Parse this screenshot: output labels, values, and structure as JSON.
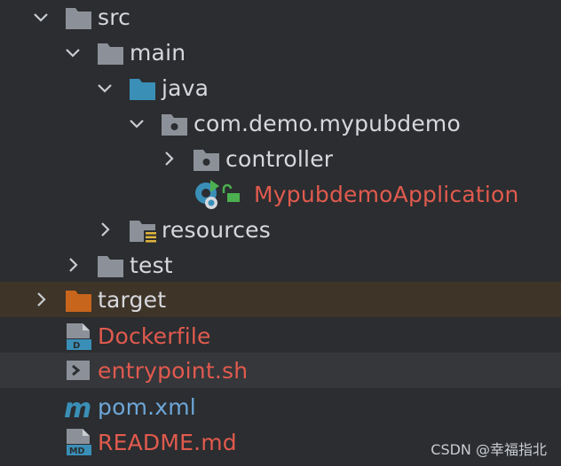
{
  "tree": {
    "items": [
      {
        "label": "src",
        "expanded": true,
        "icon": "folder-icon"
      },
      {
        "label": "main",
        "expanded": true,
        "icon": "folder-icon"
      },
      {
        "label": "java",
        "expanded": true,
        "icon": "source-folder-icon"
      },
      {
        "label": "com.demo.mypubdemo",
        "expanded": true,
        "icon": "package-icon"
      },
      {
        "label": "controller",
        "expanded": false,
        "icon": "package-icon"
      },
      {
        "label": "MypubdemoApplication",
        "icon": "spring-boot-class-icon",
        "status": "untracked"
      },
      {
        "label": "resources",
        "expanded": false,
        "icon": "resources-folder-icon"
      },
      {
        "label": "test",
        "expanded": false,
        "icon": "folder-icon"
      },
      {
        "label": "target",
        "expanded": false,
        "icon": "excluded-folder-icon",
        "selected": true
      },
      {
        "label": "Dockerfile",
        "icon": "dockerfile-icon",
        "status": "untracked"
      },
      {
        "label": "entrypoint.sh",
        "icon": "shell-script-icon",
        "status": "untracked",
        "hovered": true
      },
      {
        "label": "pom.xml",
        "icon": "maven-icon",
        "status": "untracked"
      },
      {
        "label": "README.md",
        "icon": "markdown-icon",
        "status": "untracked"
      }
    ]
  },
  "watermark": "CSDN @幸福指北",
  "colors": {
    "background": "#2b2d30",
    "text": "#d6d8dd",
    "untracked_text": "#e15a4e",
    "folder": "#8c9199",
    "source_folder": "#3a8fb7",
    "excluded_folder": "#c7651c",
    "selected_row": "#3e3428",
    "hover_row": "#35373b"
  }
}
